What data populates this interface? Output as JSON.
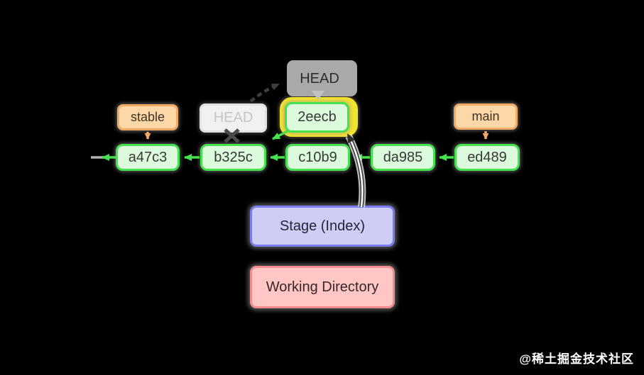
{
  "diagram_type": "git-commit-graph",
  "watermark": "@稀土掘金技术社区",
  "commits": [
    {
      "id": "a47c3"
    },
    {
      "id": "b325c"
    },
    {
      "id": "c10b9"
    },
    {
      "id": "da985"
    },
    {
      "id": "ed489"
    }
  ],
  "detached": {
    "id": "2eecb"
  },
  "refs": {
    "stable": "stable",
    "main": "main",
    "head_old": "HEAD",
    "head_new": "HEAD"
  },
  "areas": {
    "stage": "Stage (Index)",
    "workdir": "Working Directory"
  },
  "colors": {
    "background": "#000000",
    "commit_fill": "#dcfbdc",
    "commit_border": "#46e14e",
    "ref_fill": "#fcd7a8",
    "ref_border": "#f2a963",
    "highlight_ring": "#f4e32e",
    "head_fill": "#d7d7d7",
    "head_old_text": "#c6c6c6",
    "stage_fill": "#cdcdf5",
    "stage_border": "#7b7bef",
    "workdir_fill": "#ffc6c6",
    "workdir_border": "#f28c8c",
    "arrow_dark": "#3e3e3e"
  }
}
